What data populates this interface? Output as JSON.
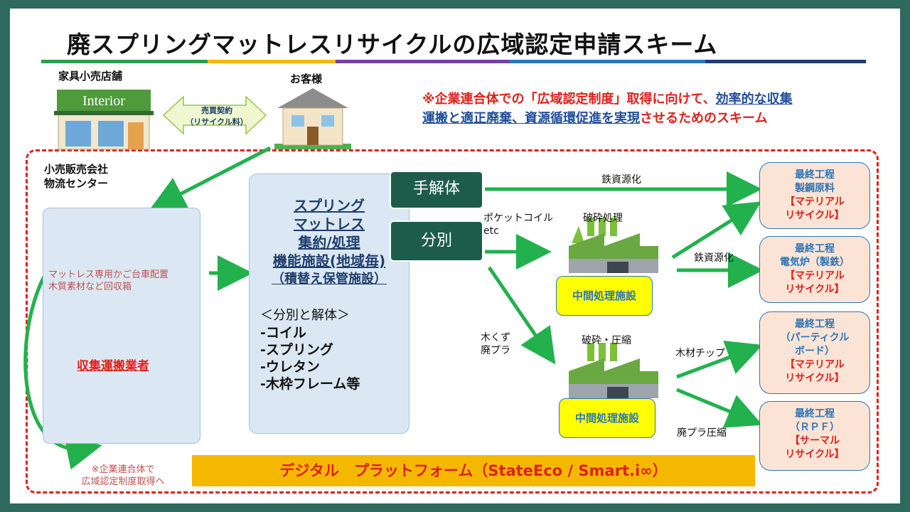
{
  "title": "廃スプリングマットレスリサイクルの広域認定申請スキーム",
  "colors": {
    "background": "#2e6b5e",
    "dash_frame": "#e0201a",
    "arrow_green": "#22b14c",
    "button_green": "#1d5c4a",
    "platform_bar": "#f5b800",
    "title_bar_segments": [
      "#2e9e4a",
      "#f5b800",
      "#7a3f9a",
      "#2e75b6",
      "#1f3e6d"
    ]
  },
  "shop": {
    "label": "家具小売店舗",
    "sign": "Interior"
  },
  "contract": {
    "line1": "売買契約",
    "line2": "（リサイクル料）"
  },
  "customer": {
    "label": "お客様"
  },
  "note": {
    "part1": "※企業連合体での「広域認定制度」取得に向けて、",
    "part2": "効率的な収集",
    "part3": "運搬と適正廃棄、資源循環促進を実現",
    "part4": "させるためのスキーム"
  },
  "retail_center": {
    "line1": "小売販売会社",
    "line2": "物流センター"
  },
  "left_panel": {
    "note_line1": "マットレス専用かご台車配置",
    "note_line2": "木質素材など回収箱",
    "collector": "収集運搬業者"
  },
  "footer_note": {
    "line1": "※企業連合体で",
    "line2": "広域認定制度取得へ"
  },
  "mid_panel": {
    "line1": "スプリング",
    "line2": "マットレス",
    "line3": "集約/処理",
    "line4": "機能施設(地域毎)",
    "line5": "（積替え保管施設）",
    "list_title": "＜分別と解体＞",
    "items": [
      "-コイル",
      "-スプリング",
      "-ウレタン",
      "-木枠フレーム等"
    ]
  },
  "buttons": {
    "hand_dismantle": "手解体",
    "sort": "分別"
  },
  "flows": {
    "iron1": "鉄資源化",
    "pocket_coil_1": "ポケットコイル",
    "pocket_coil_2": "etc",
    "crush": "破砕処理",
    "iron2": "鉄資源化",
    "wood_1": "木くず",
    "wood_2": "廃プラ",
    "crush_compress": "破砕・圧縮",
    "wood_chip": "木材チップ",
    "plastic_compress": "廃プラ圧縮"
  },
  "intermediate": {
    "label1": "中間処理施設",
    "label2": "中間処理施設"
  },
  "finals": [
    {
      "line1": "最終工程",
      "line2": "製鋼原料",
      "line3": "【マテリアル",
      "line4": "リサイクル】"
    },
    {
      "line1": "最終工程",
      "line2": "電気炉（製鉄）",
      "line3": "【マテリアル",
      "line4": "リサイクル】"
    },
    {
      "line1": "最終工程",
      "line2": "（パーティクル",
      "line2b": "ボード）",
      "line3": "【マテリアル",
      "line4": "リサイクル】"
    },
    {
      "line1": "最終工程",
      "line2": "（ＲＰＦ）",
      "line3": "【サーマル",
      "line4": "リサイクル】"
    }
  ],
  "platform": {
    "label": "デジタル　プラットフォーム（StateEco / Smart.i∞）"
  }
}
